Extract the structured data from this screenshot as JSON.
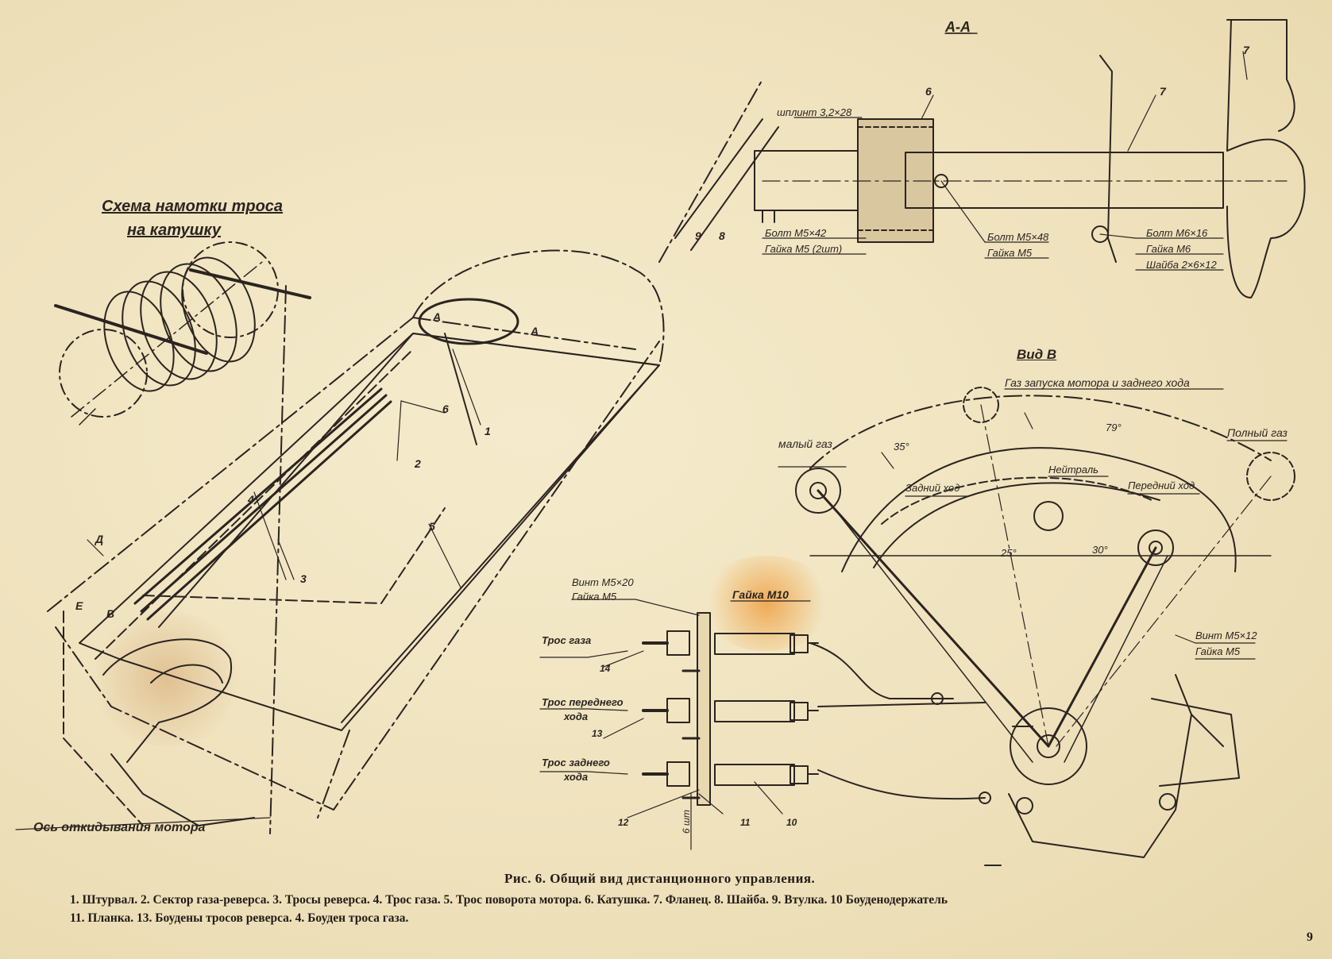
{
  "labels": {
    "scheme_title_1": "Схема намотки троса",
    "scheme_title_2": "на катушку",
    "section_aa": "А-А",
    "view_b": "Вид В",
    "marker_a1": "А",
    "marker_a2": "А",
    "marker_d": "Д",
    "marker_e": "Е",
    "marker_b": "В",
    "split_pin": "шплинт 3,2×28",
    "bolt_m5x42": "Болт М5×42",
    "nut_m5_2": "Гайка М5 (2шт)",
    "bolt_m5x48": "Болт М5×48",
    "nut_m5_a": "Гайка М5",
    "bolt_m6x16": "Болт М6×16",
    "nut_m6": "Гайка М6",
    "washer": "Шайба 2×6×12",
    "start_gas": "Газ запуска мотора и заднего хода",
    "low_gas": "малый газ",
    "full_gas": "Полный газ",
    "reverse": "Задний ход",
    "neutral": "Нейтраль",
    "forward": "Передний ход",
    "angle_79": "79°",
    "angle_35": "35°",
    "angle_25": "25°",
    "angle_30": "30°",
    "screw_m5x20": "Винт М5×20",
    "nut_m5_b": "Гайка М5",
    "nut_m10": "Гайка М10",
    "cable_gas": "Трос газа",
    "cable_fwd_1": "Трос переднего",
    "cable_fwd_2": "хода",
    "cable_rev_1": "Трос заднего",
    "cable_rev_2": "хода",
    "screw_m5x12": "Винт М5×12",
    "nut_m5_c": "Гайка М5",
    "six_pcs": "6 шт",
    "motor_axis": "Ось откидывания мотора",
    "n1": "1",
    "n2": "2",
    "n3": "3",
    "n4": "4",
    "n5": "5",
    "n6": "6",
    "n6b": "6",
    "n7": "7",
    "n7b": "7",
    "n8": "8",
    "n9": "9",
    "n10": "10",
    "n11": "11",
    "n12": "12",
    "n13": "13",
    "n14": "14"
  },
  "caption": {
    "title": "Рис. 6. Общий вид дистанционного управления.",
    "line1": "1. Штурвал. 2. Сектор газа-реверса. 3. Тросы реверса. 4. Трос газа. 5. Трос поворота мотора. 6. Катушка. 7. Фланец. 8. Шайба. 9. Втулка. 10 Боуденодержатель",
    "line2": "11. Планка. 13. Боудены тросов реверса. 4. Боуден троса газа.",
    "page_number": "9"
  },
  "colors": {
    "paper": "#f1e6c4",
    "ink": "#2b2420",
    "stain": "#f0a050"
  }
}
